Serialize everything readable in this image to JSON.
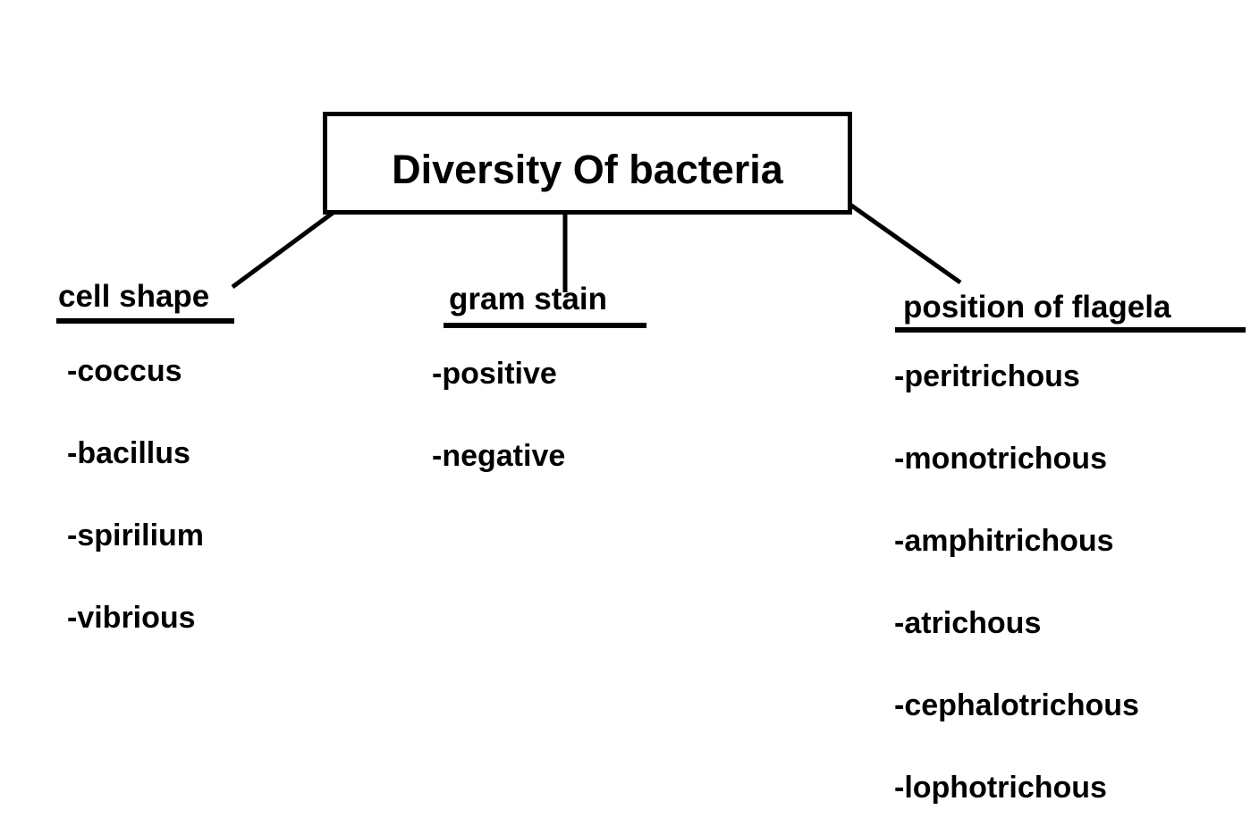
{
  "title": "Diversity Of bacteria",
  "branches": [
    {
      "heading": "cell shape",
      "items": [
        "-coccus",
        "-bacillus",
        "-spirilium",
        "-vibrious"
      ]
    },
    {
      "heading": "gram stain",
      "items": [
        "-positive",
        "-negative"
      ]
    },
    {
      "heading": "position of flagela",
      "items": [
        "-peritrichous",
        "-monotrichous",
        "-amphitrichous",
        "-atrichous",
        "-cephalotrichous",
        "-lophotrichous"
      ]
    }
  ],
  "colors": {
    "ink": "#000000",
    "background": "#ffffff"
  }
}
